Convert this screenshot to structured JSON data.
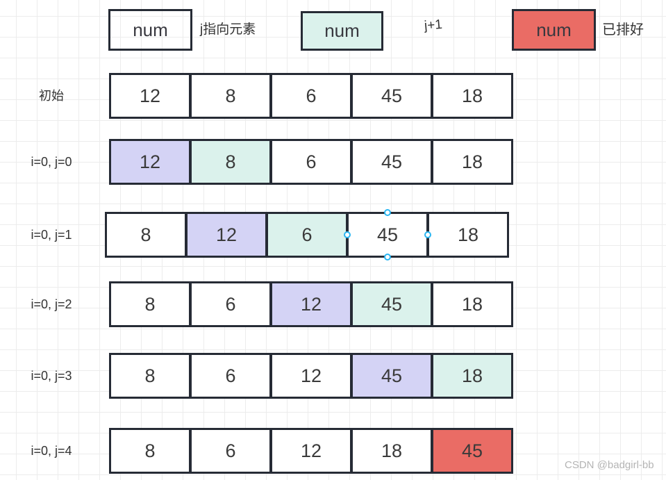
{
  "legend": {
    "items": [
      {
        "box_label": "num",
        "desc": "j指向元素",
        "fill": "#d4d3f5",
        "meaning": "element pointed by j"
      },
      {
        "box_label": "num",
        "desc": "j+1",
        "fill": "#dbf2ec",
        "meaning": "element at j+1"
      },
      {
        "box_label": "num",
        "desc": "已排好",
        "fill": "#ea6c65",
        "meaning": "already sorted"
      }
    ]
  },
  "rows": [
    {
      "label": "初始",
      "cells": [
        {
          "v": "12",
          "t": "plain"
        },
        {
          "v": "8",
          "t": "plain"
        },
        {
          "v": "6",
          "t": "plain"
        },
        {
          "v": "45",
          "t": "plain"
        },
        {
          "v": "18",
          "t": "plain"
        }
      ]
    },
    {
      "label": "i=0, j=0",
      "cells": [
        {
          "v": "12",
          "t": "j"
        },
        {
          "v": "8",
          "t": "j1"
        },
        {
          "v": "6",
          "t": "plain"
        },
        {
          "v": "45",
          "t": "plain"
        },
        {
          "v": "18",
          "t": "plain"
        }
      ]
    },
    {
      "label": "i=0, j=1",
      "cells": [
        {
          "v": "8",
          "t": "plain"
        },
        {
          "v": "12",
          "t": "j"
        },
        {
          "v": "6",
          "t": "j1"
        },
        {
          "v": "45",
          "t": "plain",
          "selected": true
        },
        {
          "v": "18",
          "t": "plain"
        }
      ]
    },
    {
      "label": "i=0, j=2",
      "cells": [
        {
          "v": "8",
          "t": "plain"
        },
        {
          "v": "6",
          "t": "plain"
        },
        {
          "v": "12",
          "t": "j"
        },
        {
          "v": "45",
          "t": "j1"
        },
        {
          "v": "18",
          "t": "plain"
        }
      ]
    },
    {
      "label": "i=0, j=3",
      "cells": [
        {
          "v": "8",
          "t": "plain"
        },
        {
          "v": "6",
          "t": "plain"
        },
        {
          "v": "12",
          "t": "plain"
        },
        {
          "v": "45",
          "t": "j"
        },
        {
          "v": "18",
          "t": "j1"
        }
      ]
    },
    {
      "label": "i=0, j=4",
      "cells": [
        {
          "v": "8",
          "t": "plain"
        },
        {
          "v": "6",
          "t": "plain"
        },
        {
          "v": "12",
          "t": "plain"
        },
        {
          "v": "18",
          "t": "plain"
        },
        {
          "v": "45",
          "t": "sorted"
        }
      ]
    }
  ],
  "watermark": "CSDN @badgirl-bb",
  "colors": {
    "j_fill": "#d4d3f5",
    "j1_fill": "#dbf2ec",
    "sorted_fill": "#ea6c65",
    "cell_border": "#262b35",
    "grid_line": "#ececec",
    "selection_handle": "#29b6f2",
    "watermark_text": "#b4b4b4"
  }
}
